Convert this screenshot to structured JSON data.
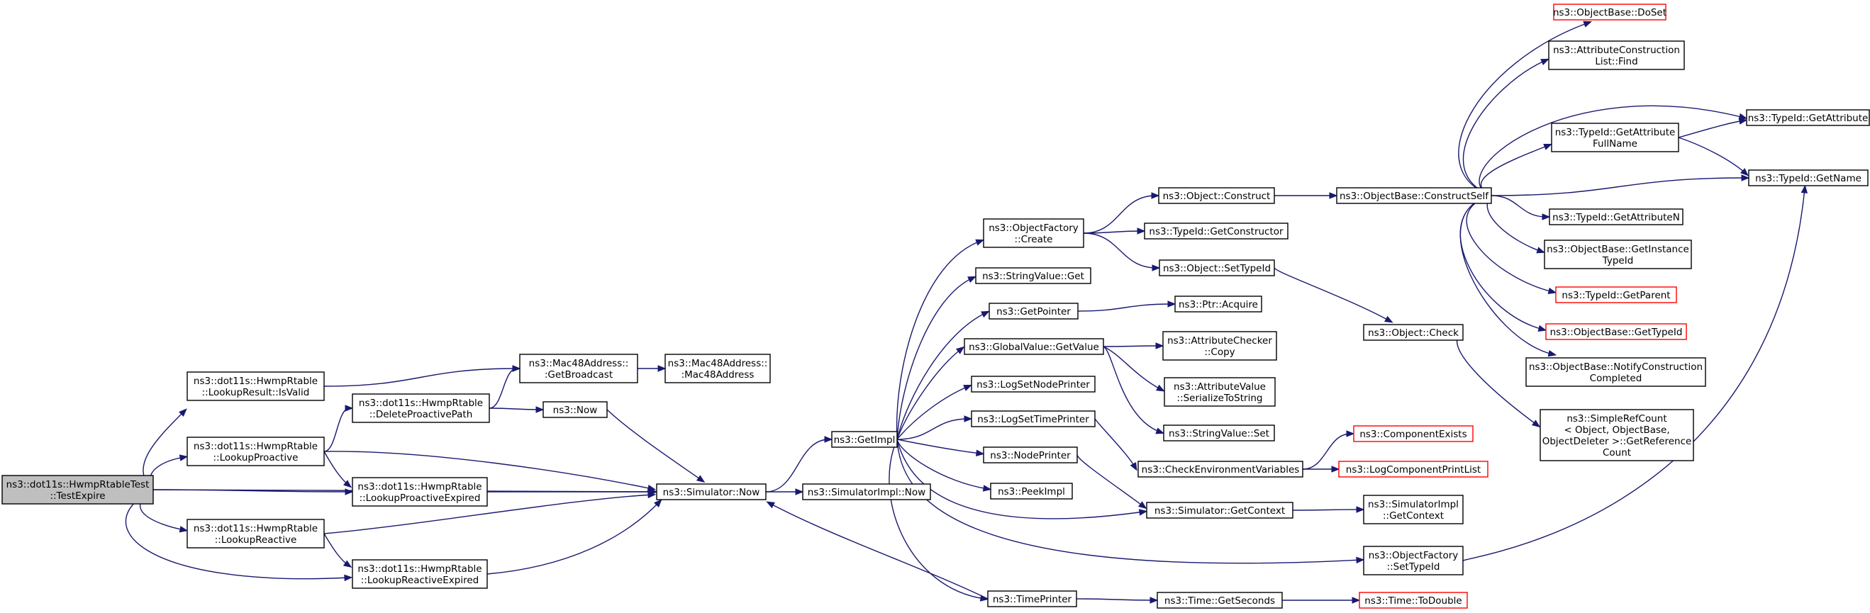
{
  "colors": {
    "edge": "#191970",
    "root_fill": "#bfbfbf",
    "node_border": "#000000",
    "truncated_border": "#ff0000",
    "background": "#ffffff"
  },
  "nodes": [
    {
      "id": "root",
      "lines": [
        "ns3::dot11s::HwmpRtableTest",
        "::TestExpire"
      ],
      "style": "root"
    },
    {
      "id": "lookupResultIsValid",
      "lines": [
        "ns3::dot11s::HwmpRtable",
        "::LookupResult::IsValid"
      ],
      "style": "normal"
    },
    {
      "id": "lookupProactive",
      "lines": [
        "ns3::dot11s::HwmpRtable",
        "::LookupProactive"
      ],
      "style": "normal"
    },
    {
      "id": "lookupReactive",
      "lines": [
        "ns3::dot11s::HwmpRtable",
        "::LookupReactive"
      ],
      "style": "normal"
    },
    {
      "id": "deleteProactivePath",
      "lines": [
        "ns3::dot11s::HwmpRtable",
        "::DeleteProactivePath"
      ],
      "style": "normal"
    },
    {
      "id": "lookupProactiveExpired",
      "lines": [
        "ns3::dot11s::HwmpRtable",
        "::LookupProactiveExpired"
      ],
      "style": "normal"
    },
    {
      "id": "lookupReactiveExpired",
      "lines": [
        "ns3::dot11s::HwmpRtable",
        "::LookupReactiveExpired"
      ],
      "style": "normal"
    },
    {
      "id": "getBroadcast",
      "lines": [
        "ns3::Mac48Address::",
        ":GetBroadcast"
      ],
      "style": "normal"
    },
    {
      "id": "mac48Address",
      "lines": [
        "ns3::Mac48Address::",
        ":Mac48Address"
      ],
      "style": "normal"
    },
    {
      "id": "now",
      "lines": [
        "ns3::Now"
      ],
      "style": "normal"
    },
    {
      "id": "simulatorNow",
      "lines": [
        "ns3::Simulator::Now"
      ],
      "style": "normal"
    },
    {
      "id": "simulatorImplNow",
      "lines": [
        "ns3::SimulatorImpl::Now"
      ],
      "style": "normal"
    },
    {
      "id": "getImpl",
      "lines": [
        "ns3::GetImpl"
      ],
      "style": "normal"
    },
    {
      "id": "objectFactoryCreate",
      "lines": [
        "ns3::ObjectFactory",
        "::Create"
      ],
      "style": "normal"
    },
    {
      "id": "stringValueGet",
      "lines": [
        "ns3::StringValue::Get"
      ],
      "style": "normal"
    },
    {
      "id": "getPointer",
      "lines": [
        "ns3::GetPointer"
      ],
      "style": "normal"
    },
    {
      "id": "globalValueGetValue",
      "lines": [
        "ns3::GlobalValue::GetValue"
      ],
      "style": "normal"
    },
    {
      "id": "logSetNodePrinter",
      "lines": [
        "ns3::LogSetNodePrinter"
      ],
      "style": "normal"
    },
    {
      "id": "logSetTimePrinter",
      "lines": [
        "ns3::LogSetTimePrinter"
      ],
      "style": "normal"
    },
    {
      "id": "nodePrinter",
      "lines": [
        "ns3::NodePrinter"
      ],
      "style": "normal"
    },
    {
      "id": "peekImpl",
      "lines": [
        "ns3::PeekImpl"
      ],
      "style": "normal"
    },
    {
      "id": "timePrinter",
      "lines": [
        "ns3::TimePrinter"
      ],
      "style": "normal"
    },
    {
      "id": "objectConstruct",
      "lines": [
        "ns3::Object::Construct"
      ],
      "style": "normal"
    },
    {
      "id": "typeIdGetConstructor",
      "lines": [
        "ns3::TypeId::GetConstructor"
      ],
      "style": "normal"
    },
    {
      "id": "objectSetTypeId",
      "lines": [
        "ns3::Object::SetTypeId"
      ],
      "style": "normal"
    },
    {
      "id": "ptrAcquire",
      "lines": [
        "ns3::Ptr::Acquire"
      ],
      "style": "normal"
    },
    {
      "id": "attributeCheckerCopy",
      "lines": [
        "ns3::AttributeChecker",
        "::Copy"
      ],
      "style": "normal"
    },
    {
      "id": "attributeValueSerialize",
      "lines": [
        "ns3::AttributeValue",
        "::SerializeToString"
      ],
      "style": "normal"
    },
    {
      "id": "stringValueSet",
      "lines": [
        "ns3::StringValue::Set"
      ],
      "style": "normal"
    },
    {
      "id": "checkEnvironmentVariables",
      "lines": [
        "ns3::CheckEnvironmentVariables"
      ],
      "style": "normal"
    },
    {
      "id": "simulatorGetContext",
      "lines": [
        "ns3::Simulator::GetContext"
      ],
      "style": "normal"
    },
    {
      "id": "objectFactorySetTypeId",
      "lines": [
        "ns3::ObjectFactory",
        "::SetTypeId"
      ],
      "style": "normal"
    },
    {
      "id": "timeGetSeconds",
      "lines": [
        "ns3::Time::GetSeconds"
      ],
      "style": "normal"
    },
    {
      "id": "objectBaseConstructSelf",
      "lines": [
        "ns3::ObjectBase::ConstructSelf"
      ],
      "style": "normal"
    },
    {
      "id": "objectCheck",
      "lines": [
        "ns3::Object::Check"
      ],
      "style": "normal"
    },
    {
      "id": "componentExists",
      "lines": [
        "ns3::ComponentExists"
      ],
      "style": "red"
    },
    {
      "id": "logComponentPrintList",
      "lines": [
        "ns3::LogComponentPrintList"
      ],
      "style": "red"
    },
    {
      "id": "simulatorImplGetContext",
      "lines": [
        "ns3::SimulatorImpl",
        "::GetContext"
      ],
      "style": "normal"
    },
    {
      "id": "timeToDouble",
      "lines": [
        "ns3::Time::ToDouble"
      ],
      "style": "red"
    },
    {
      "id": "objectBaseDoSet",
      "lines": [
        "ns3::ObjectBase::DoSet"
      ],
      "style": "red"
    },
    {
      "id": "attributeConstructionListFind",
      "lines": [
        "ns3::AttributeConstruction",
        "List::Find"
      ],
      "style": "normal"
    },
    {
      "id": "typeIdGetAttributeFullName",
      "lines": [
        "ns3::TypeId::GetAttribute",
        "FullName"
      ],
      "style": "normal"
    },
    {
      "id": "typeIdGetAttributeN",
      "lines": [
        "ns3::TypeId::GetAttributeN"
      ],
      "style": "normal"
    },
    {
      "id": "objectBaseGetInstanceTypeId",
      "lines": [
        "ns3::ObjectBase::GetInstance",
        "TypeId"
      ],
      "style": "normal"
    },
    {
      "id": "typeIdGetParent",
      "lines": [
        "ns3::TypeId::GetParent"
      ],
      "style": "red"
    },
    {
      "id": "objectBaseGetTypeId",
      "lines": [
        "ns3::ObjectBase::GetTypeId"
      ],
      "style": "red"
    },
    {
      "id": "objectBaseNotifyConstructionCompleted",
      "lines": [
        "ns3::ObjectBase::NotifyConstruction",
        "Completed"
      ],
      "style": "normal"
    },
    {
      "id": "simpleRefCount",
      "lines": [
        "ns3::SimpleRefCount",
        "< Object, ObjectBase,",
        " ObjectDeleter >::GetReference",
        "Count"
      ],
      "style": "normal"
    },
    {
      "id": "typeIdGetAttribute",
      "lines": [
        "ns3::TypeId::GetAttribute"
      ],
      "style": "normal"
    },
    {
      "id": "typeIdGetName",
      "lines": [
        "ns3::TypeId::GetName"
      ],
      "style": "normal"
    }
  ],
  "edges": [
    [
      "root",
      "lookupResultIsValid"
    ],
    [
      "root",
      "lookupProactive"
    ],
    [
      "root",
      "lookupProactiveExpired"
    ],
    [
      "root",
      "simulatorNow"
    ],
    [
      "root",
      "lookupReactive"
    ],
    [
      "root",
      "lookupReactiveExpired"
    ],
    [
      "lookupResultIsValid",
      "getBroadcast"
    ],
    [
      "lookupProactive",
      "deleteProactivePath"
    ],
    [
      "lookupProactive",
      "lookupProactiveExpired"
    ],
    [
      "lookupProactive",
      "simulatorNow"
    ],
    [
      "lookupReactive",
      "simulatorNow"
    ],
    [
      "lookupReactive",
      "lookupReactiveExpired"
    ],
    [
      "deleteProactivePath",
      "getBroadcast"
    ],
    [
      "deleteProactivePath",
      "now"
    ],
    [
      "lookupProactiveExpired",
      "simulatorNow"
    ],
    [
      "lookupReactiveExpired",
      "simulatorNow"
    ],
    [
      "getBroadcast",
      "mac48Address"
    ],
    [
      "now",
      "simulatorNow"
    ],
    [
      "simulatorNow",
      "getImpl"
    ],
    [
      "simulatorNow",
      "simulatorImplNow"
    ],
    [
      "getImpl",
      "objectFactoryCreate"
    ],
    [
      "getImpl",
      "stringValueGet"
    ],
    [
      "getImpl",
      "getPointer"
    ],
    [
      "getImpl",
      "globalValueGetValue"
    ],
    [
      "getImpl",
      "logSetNodePrinter"
    ],
    [
      "getImpl",
      "logSetTimePrinter"
    ],
    [
      "getImpl",
      "nodePrinter"
    ],
    [
      "getImpl",
      "peekImpl"
    ],
    [
      "getImpl",
      "timePrinter"
    ],
    [
      "getImpl",
      "simulatorGetContext"
    ],
    [
      "getImpl",
      "objectFactorySetTypeId"
    ],
    [
      "timePrinter",
      "simulatorNow"
    ],
    [
      "timePrinter",
      "timeGetSeconds"
    ],
    [
      "objectFactoryCreate",
      "objectConstruct"
    ],
    [
      "objectFactoryCreate",
      "typeIdGetConstructor"
    ],
    [
      "objectFactoryCreate",
      "objectSetTypeId"
    ],
    [
      "getPointer",
      "ptrAcquire"
    ],
    [
      "globalValueGetValue",
      "attributeCheckerCopy"
    ],
    [
      "globalValueGetValue",
      "attributeValueSerialize"
    ],
    [
      "globalValueGetValue",
      "stringValueSet"
    ],
    [
      "logSetTimePrinter",
      "checkEnvironmentVariables"
    ],
    [
      "nodePrinter",
      "simulatorGetContext"
    ],
    [
      "objectConstruct",
      "objectBaseConstructSelf"
    ],
    [
      "objectSetTypeId",
      "objectCheck"
    ],
    [
      "checkEnvironmentVariables",
      "componentExists"
    ],
    [
      "checkEnvironmentVariables",
      "logComponentPrintList"
    ],
    [
      "simulatorGetContext",
      "simulatorImplGetContext"
    ],
    [
      "objectFactorySetTypeId",
      "typeIdGetName"
    ],
    [
      "timeGetSeconds",
      "timeToDouble"
    ],
    [
      "objectCheck",
      "simpleRefCount"
    ],
    [
      "objectBaseConstructSelf",
      "objectBaseDoSet"
    ],
    [
      "objectBaseConstructSelf",
      "attributeConstructionListFind"
    ],
    [
      "objectBaseConstructSelf",
      "typeIdGetAttribute"
    ],
    [
      "objectBaseConstructSelf",
      "typeIdGetAttributeFullName"
    ],
    [
      "objectBaseConstructSelf",
      "typeIdGetName"
    ],
    [
      "objectBaseConstructSelf",
      "typeIdGetAttributeN"
    ],
    [
      "objectBaseConstructSelf",
      "objectBaseGetInstanceTypeId"
    ],
    [
      "objectBaseConstructSelf",
      "typeIdGetParent"
    ],
    [
      "objectBaseConstructSelf",
      "objectBaseGetTypeId"
    ],
    [
      "objectBaseConstructSelf",
      "objectBaseNotifyConstructionCompleted"
    ],
    [
      "typeIdGetAttributeFullName",
      "typeIdGetAttribute"
    ],
    [
      "typeIdGetAttributeFullName",
      "typeIdGetName"
    ]
  ]
}
